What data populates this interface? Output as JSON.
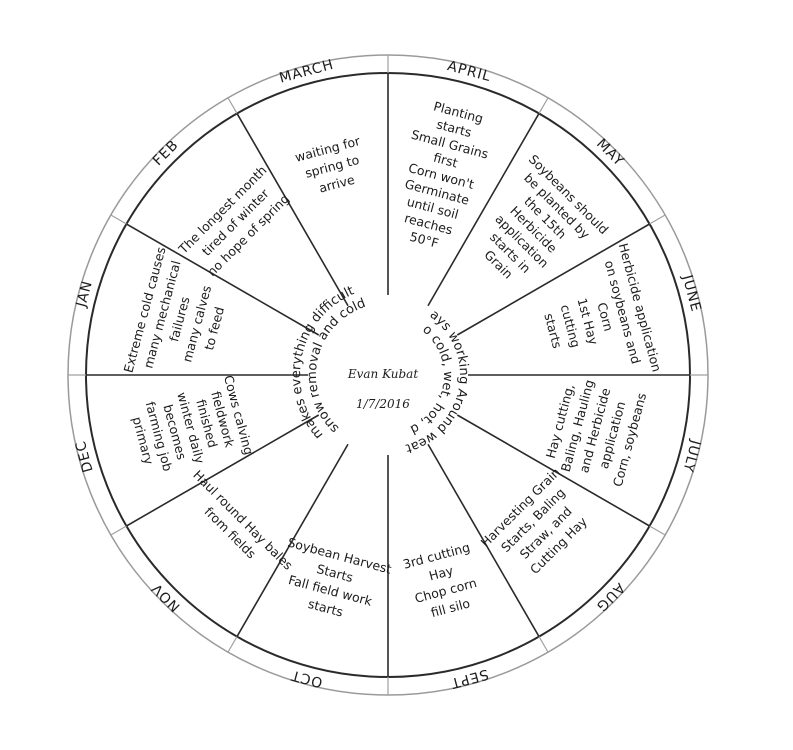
{
  "center": {
    "signature": "Evan Kubat",
    "date": "1/7/2016",
    "left_text": [
      "snow removal and cold",
      "makes everything difficult"
    ],
    "right_text": [
      "Always working Around weather",
      "too cold, wet, hot, dry"
    ]
  },
  "sectors": [
    {
      "month": "APRIL",
      "lines": [
        "Planting",
        "starts",
        "Small Grains",
        "first",
        "Corn won't",
        "Germinate",
        "until soil",
        "reaches",
        "50°F"
      ]
    },
    {
      "month": "MAY",
      "lines": [
        "Soybeans should",
        "be planted by",
        "the 15th",
        "Herbicide",
        "application",
        "starts in",
        "Grain"
      ]
    },
    {
      "month": "JUNE",
      "lines": [
        "Herbicide application",
        "on soybeans and",
        "Corn",
        "1st Hay",
        "cutting",
        "starts"
      ]
    },
    {
      "month": "JULY",
      "lines": [
        "Hay cutting,",
        "Baling, Hauling",
        "and Herbicide",
        "application",
        "Corn, soybeans"
      ]
    },
    {
      "month": "AUG",
      "lines": [
        "Harvesting Grain",
        "Starts, Baling",
        "Straw, and",
        "Cutting Hay"
      ]
    },
    {
      "month": "SEPT",
      "lines": [
        "3rd cutting",
        "Hay",
        "Chop corn",
        "fill silo"
      ]
    },
    {
      "month": "OCT",
      "lines": [
        "Soybean Harvest",
        "Starts",
        "Fall field work",
        "starts"
      ]
    },
    {
      "month": "NOV",
      "lines": [
        "Haul round Hay bales",
        "from fields"
      ]
    },
    {
      "month": "DEC",
      "lines": [
        "Cows calving",
        "fieldwork",
        "finished",
        "winter daily",
        "becomes",
        "farming job",
        "primary"
      ]
    },
    {
      "month": "JAN",
      "lines": [
        "Extreme cold causes",
        "many mechanical",
        "failures",
        "many calves",
        "to feed"
      ]
    },
    {
      "month": "FEB",
      "lines": [
        "The longest month",
        "tired of winter",
        "no hope of spring"
      ]
    },
    {
      "month": "MARCH",
      "lines": [
        "waiting for",
        "spring to",
        "arrive"
      ]
    }
  ]
}
